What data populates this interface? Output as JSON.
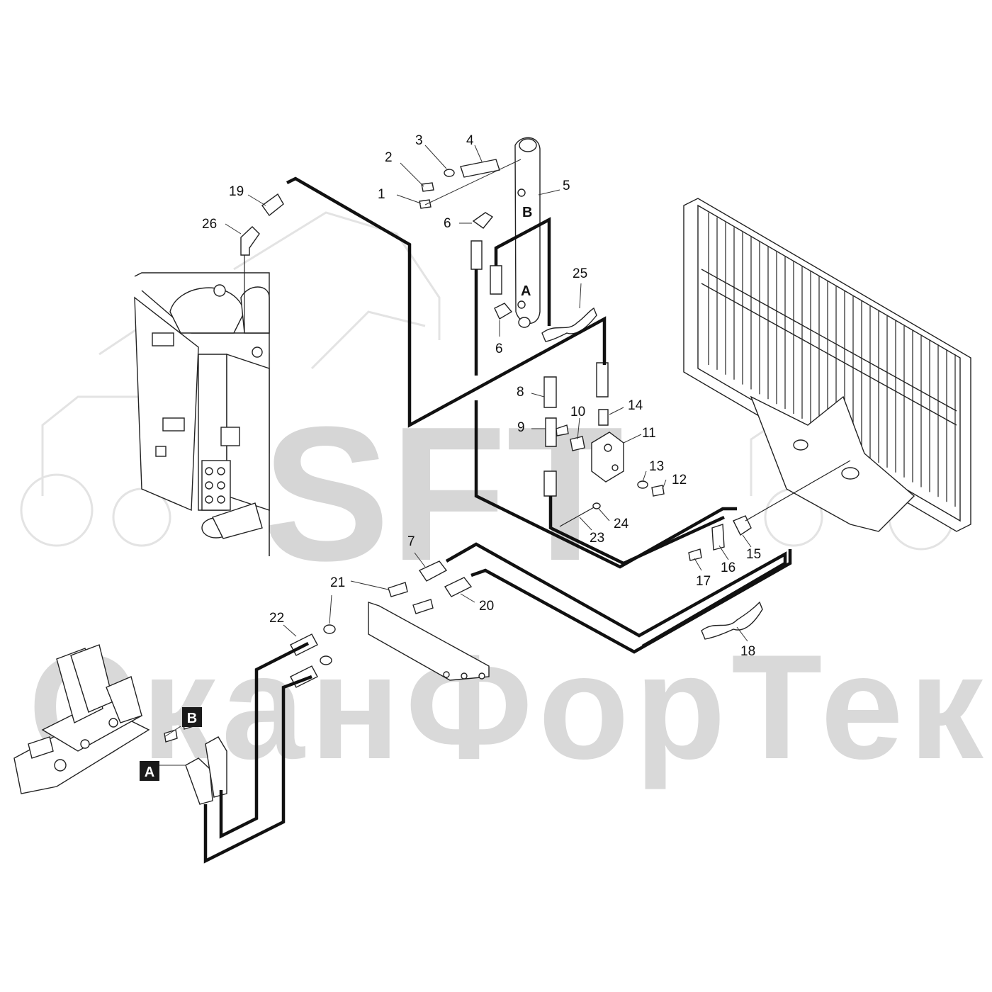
{
  "watermark": {
    "logo_text": "SFT",
    "brand_text": "СканФорТек"
  },
  "ports": {
    "cylinder_b": "B",
    "cylinder_a": "A",
    "valve_b": "B",
    "valve_a": "A"
  },
  "callouts": [
    "1",
    "2",
    "3",
    "4",
    "5",
    "6",
    "6",
    "7",
    "8",
    "9",
    "10",
    "11",
    "12",
    "13",
    "14",
    "15",
    "16",
    "17",
    "18",
    "19",
    "20",
    "21",
    "22",
    "23",
    "24",
    "25",
    "26"
  ],
  "colors": {
    "line": "#111111",
    "watermark": "#d6d6d6",
    "port_box": "#1a1a1a"
  }
}
